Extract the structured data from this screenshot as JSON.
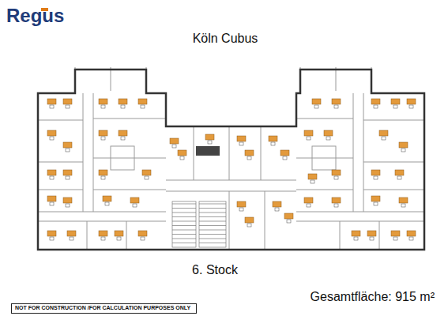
{
  "diagram": {
    "title": "Köln Cubus",
    "nodes": [
      {
        "text": [
          "NOT FOR CONSTRUCTION /FOR CALCULATION PURPOSES ONLY"
        ]
      }
    ],
    "labels": [
      "Regus",
      "6. Stock",
      "Gesamtfläche: 915 m²"
    ]
  }
}
